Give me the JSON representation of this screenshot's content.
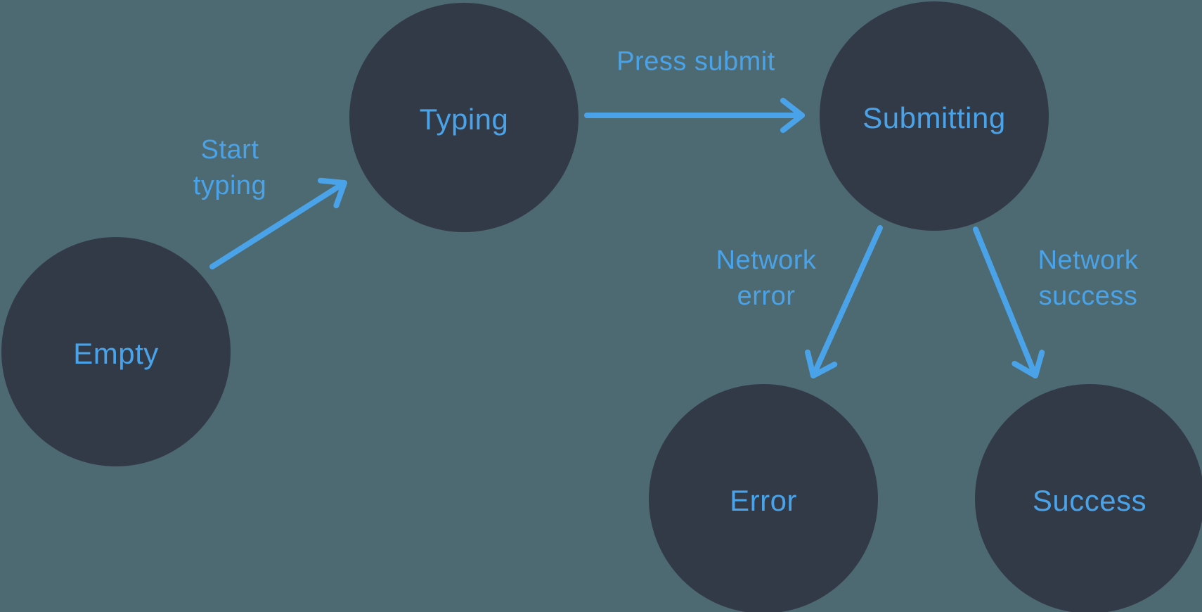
{
  "diagram": {
    "type": "state-machine",
    "states": [
      {
        "id": "empty",
        "label": "Empty"
      },
      {
        "id": "typing",
        "label": "Typing"
      },
      {
        "id": "submitting",
        "label": "Submitting"
      },
      {
        "id": "error",
        "label": "Error"
      },
      {
        "id": "success",
        "label": "Success"
      }
    ],
    "transitions": [
      {
        "from": "Empty",
        "to": "Typing",
        "label": "Start typing"
      },
      {
        "from": "Typing",
        "to": "Submitting",
        "label": "Press submit"
      },
      {
        "from": "Submitting",
        "to": "Error",
        "label": "Network error"
      },
      {
        "from": "Submitting",
        "to": "Success",
        "label": "Network success"
      }
    ],
    "colors": {
      "background": "#4d6971",
      "node_fill": "#323a48",
      "accent": "#4aa3e8"
    }
  }
}
